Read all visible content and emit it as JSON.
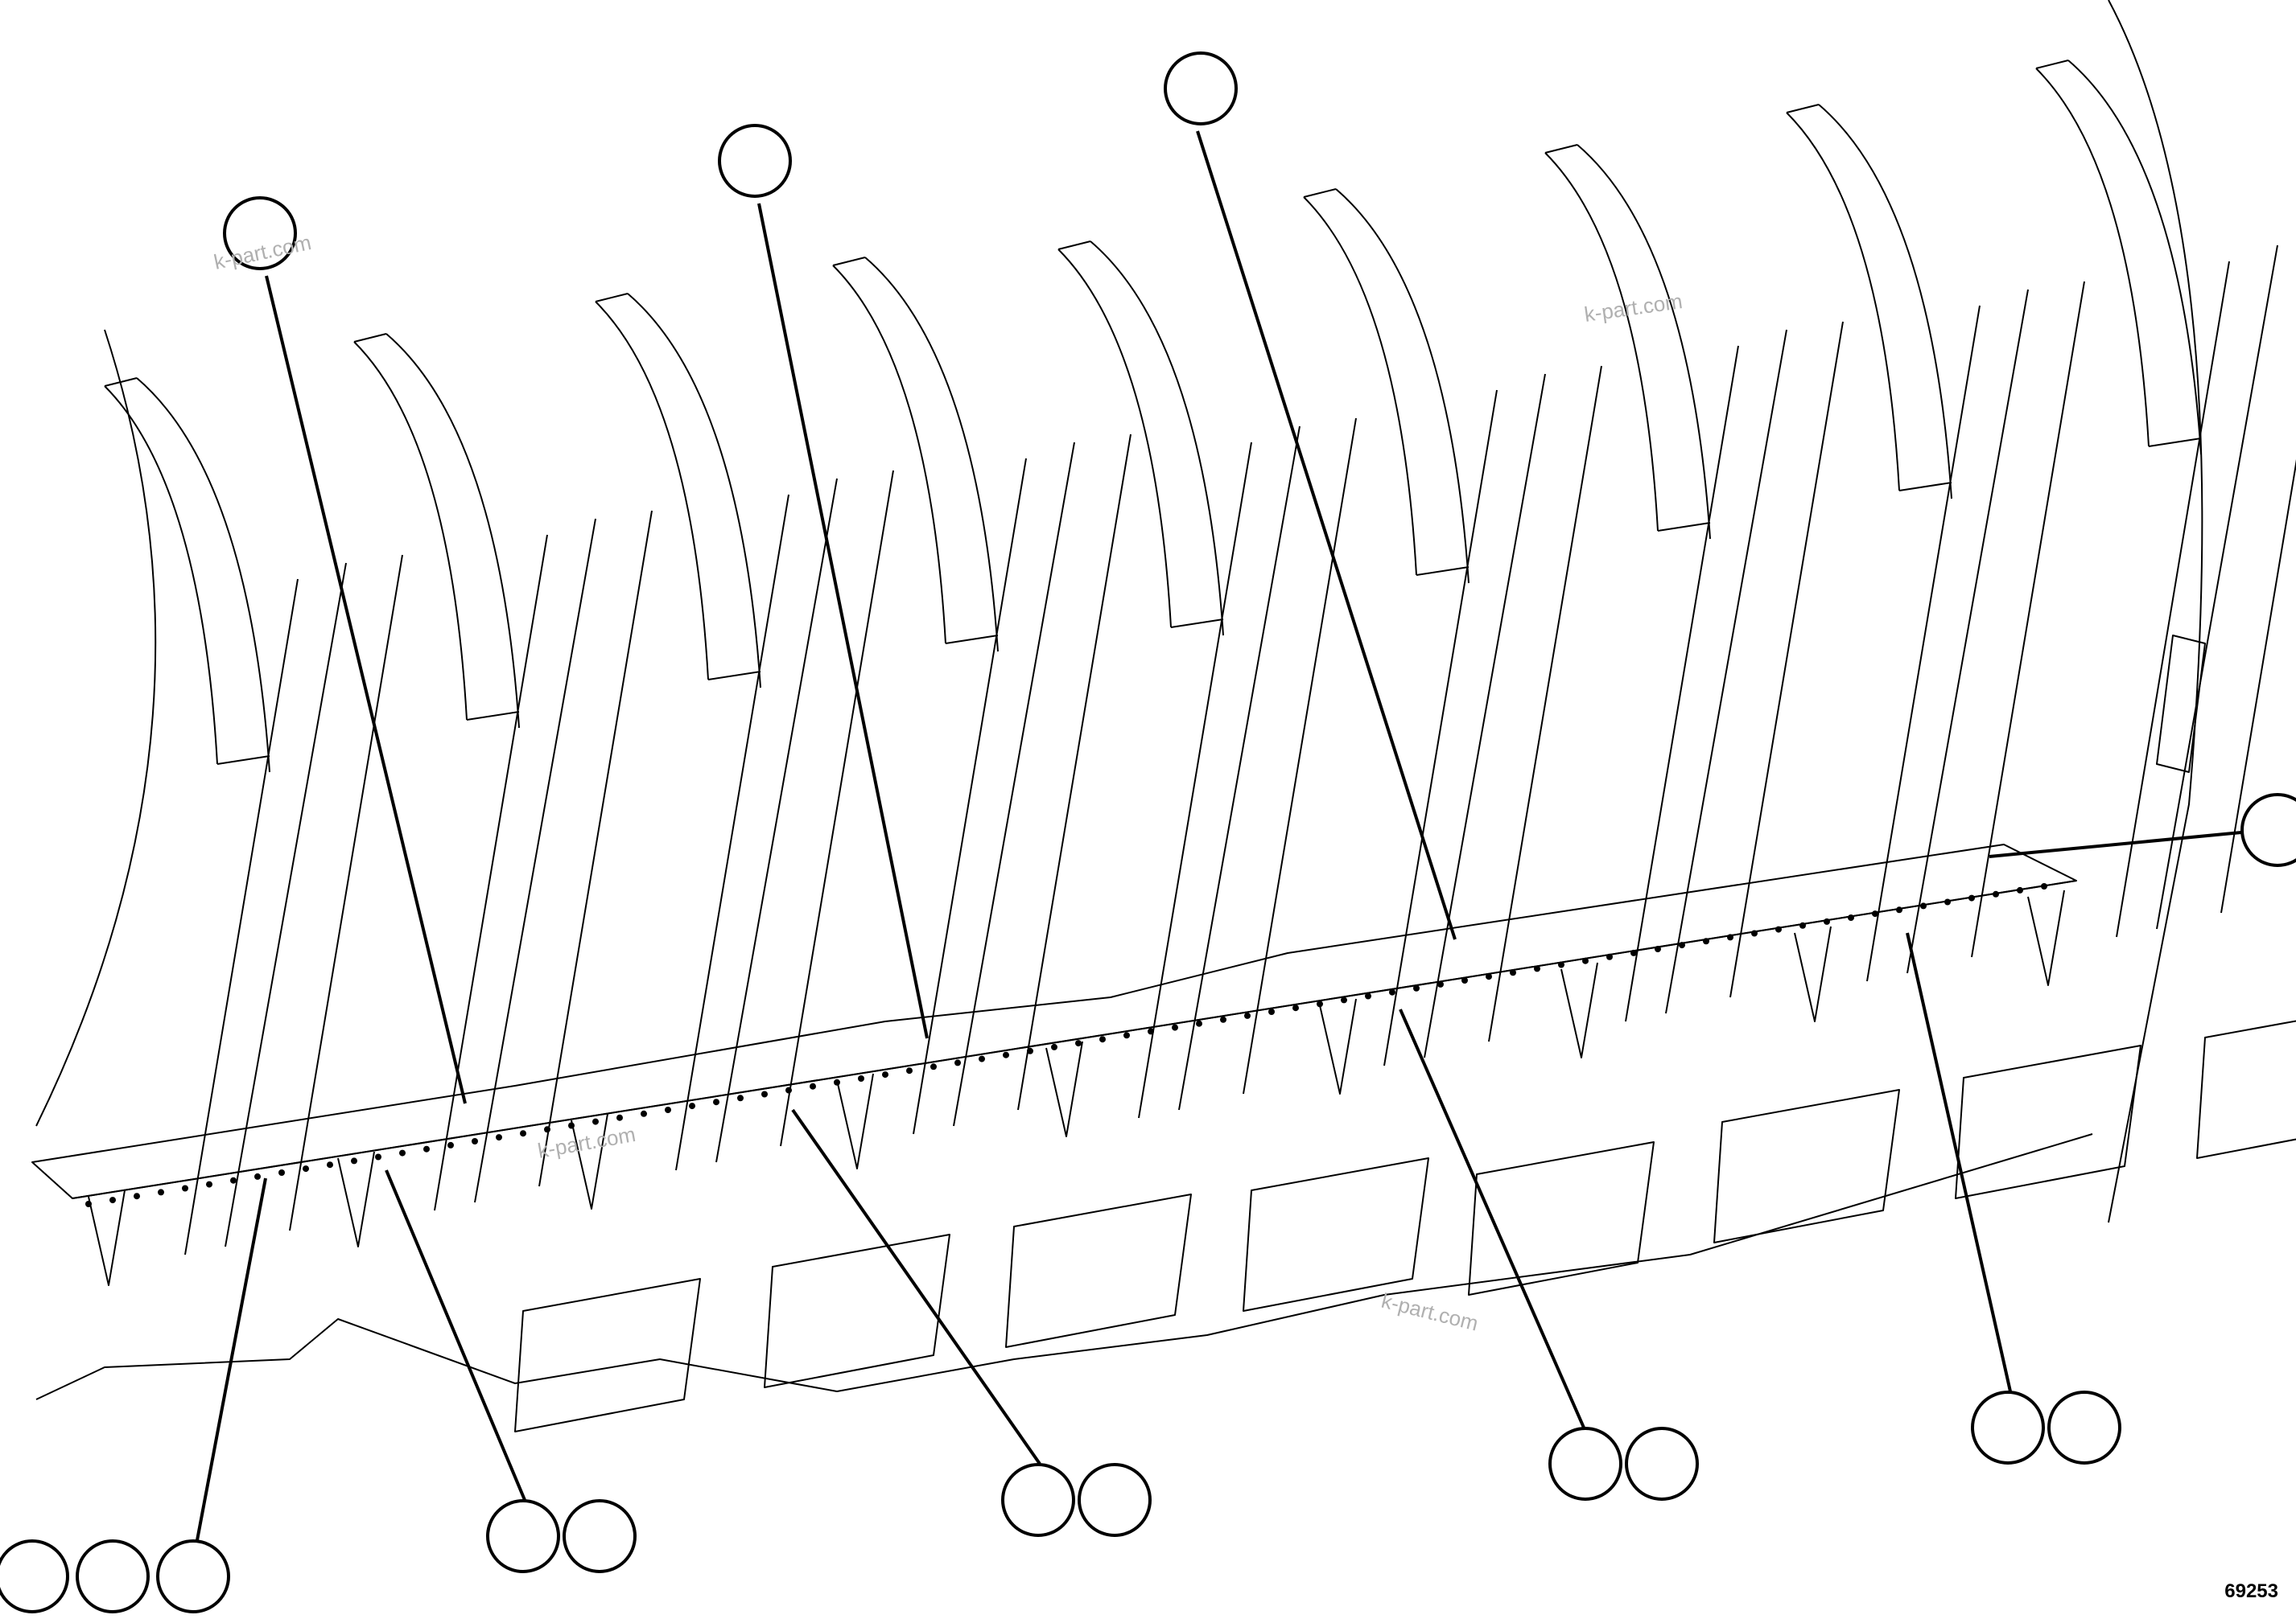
{
  "figure": {
    "number": "69253",
    "watermark": "k-part.com"
  },
  "callouts": [
    {
      "id": "c1",
      "label": ""
    },
    {
      "id": "c2",
      "label": ""
    },
    {
      "id": "c3",
      "label": ""
    },
    {
      "id": "c4",
      "label": ""
    },
    {
      "id": "c5",
      "label": ""
    },
    {
      "id": "c6",
      "label": ""
    },
    {
      "id": "c7",
      "label": ""
    },
    {
      "id": "c8",
      "label": ""
    },
    {
      "id": "c9",
      "label": ""
    },
    {
      "id": "c10",
      "label": ""
    }
  ],
  "colors": {
    "line": "#000000",
    "watermark": "#b0b0b0",
    "background": "#ffffff"
  }
}
